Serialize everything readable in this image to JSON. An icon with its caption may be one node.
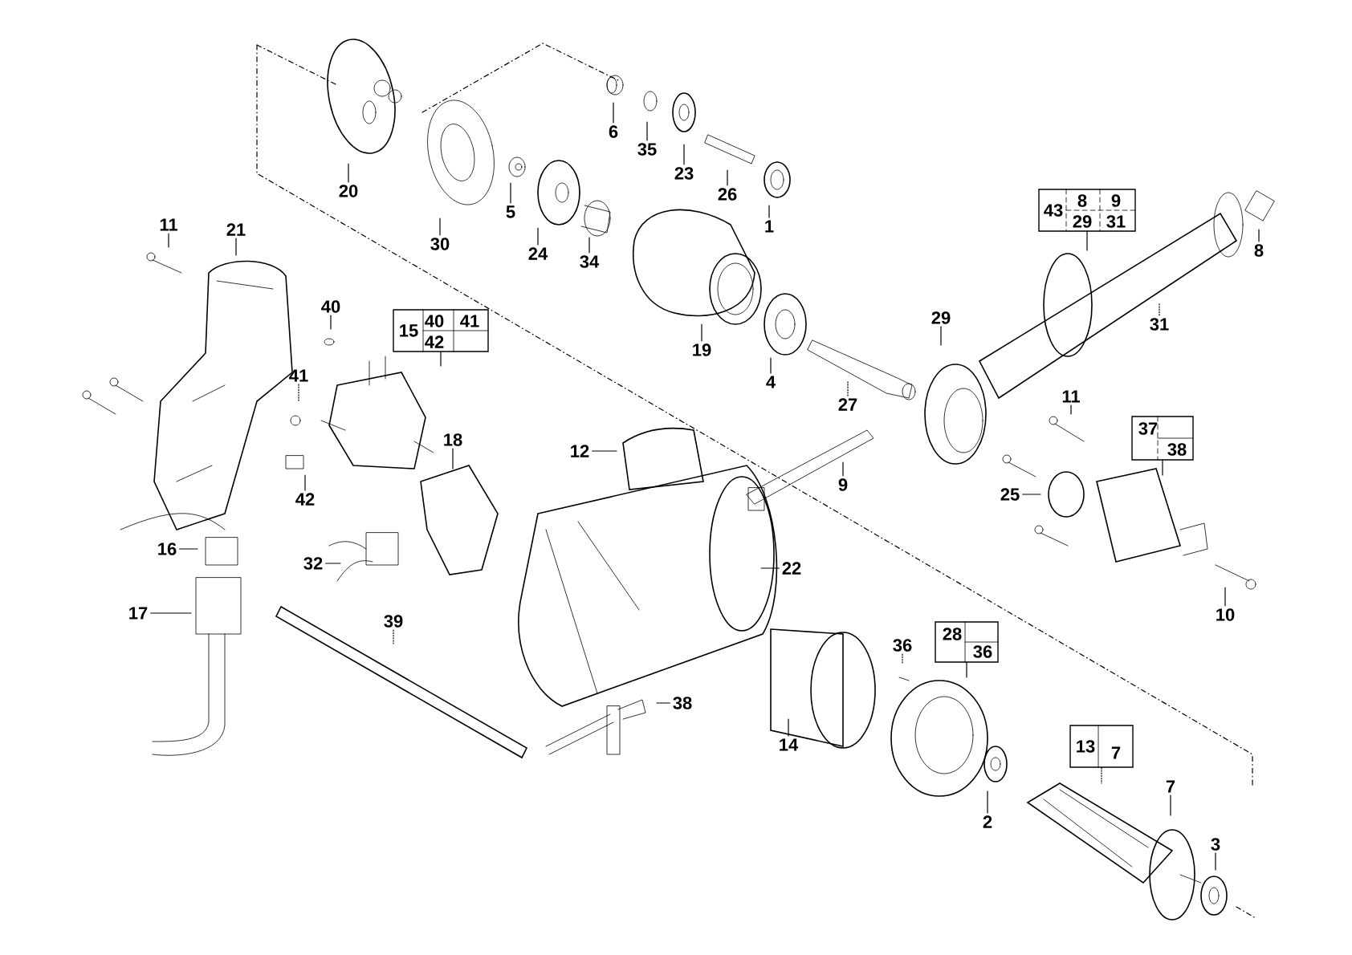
{
  "diagram": {
    "nodes": [
      {
        "text": [
          "6"
        ]
      },
      {
        "text": [
          "35"
        ]
      },
      {
        "text": [
          "23"
        ]
      },
      {
        "text": [
          "26"
        ]
      },
      {
        "text": [
          "1"
        ]
      },
      {
        "text": [
          "20"
        ]
      },
      {
        "text": [
          "30"
        ]
      },
      {
        "text": [
          "5"
        ]
      },
      {
        "text": [
          "24"
        ]
      },
      {
        "text": [
          "34"
        ]
      },
      {
        "text": [
          "19"
        ]
      },
      {
        "text": [
          "4"
        ]
      },
      {
        "text": [
          "27"
        ]
      },
      {
        "text": [
          "29"
        ]
      },
      {
        "text": [
          "43",
          "8",
          "9",
          "29",
          "31"
        ]
      },
      {
        "text": [
          "8"
        ]
      },
      {
        "text": [
          "31"
        ]
      },
      {
        "text": [
          "11"
        ]
      },
      {
        "text": [
          "21"
        ]
      },
      {
        "text": [
          "40"
        ]
      },
      {
        "text": [
          "15",
          "40",
          "41",
          "42"
        ]
      },
      {
        "text": [
          "41"
        ]
      },
      {
        "text": [
          "42"
        ]
      },
      {
        "text": [
          "18"
        ]
      },
      {
        "text": [
          "12"
        ]
      },
      {
        "text": [
          "9"
        ]
      },
      {
        "text": [
          "11"
        ]
      },
      {
        "text": [
          "37",
          "38"
        ]
      },
      {
        "text": [
          "25"
        ]
      },
      {
        "text": [
          "10"
        ]
      },
      {
        "text": [
          "16"
        ]
      },
      {
        "text": [
          "17"
        ]
      },
      {
        "text": [
          "32"
        ]
      },
      {
        "text": [
          "39"
        ]
      },
      {
        "text": [
          "22"
        ]
      },
      {
        "text": [
          "38"
        ]
      },
      {
        "text": [
          "36"
        ]
      },
      {
        "text": [
          "28",
          "36"
        ]
      },
      {
        "text": [
          "14"
        ]
      },
      {
        "text": [
          "2"
        ]
      },
      {
        "text": [
          "13",
          "7"
        ]
      },
      {
        "text": [
          "7"
        ]
      },
      {
        "text": [
          "3"
        ]
      }
    ],
    "edges": [
      {
        "from": 0,
        "to": null,
        "arrow": "none"
      },
      {
        "from": 1,
        "to": null,
        "arrow": "none"
      },
      {
        "from": 2,
        "to": null,
        "arrow": "none"
      },
      {
        "from": 3,
        "to": null,
        "arrow": "none"
      },
      {
        "from": 4,
        "to": null,
        "arrow": "none"
      },
      {
        "from": 5,
        "to": null,
        "arrow": "none"
      },
      {
        "from": 6,
        "to": null,
        "arrow": "none"
      },
      {
        "from": 7,
        "to": null,
        "arrow": "none"
      },
      {
        "from": 8,
        "to": null,
        "arrow": "none"
      },
      {
        "from": 9,
        "to": null,
        "arrow": "none"
      },
      {
        "from": 10,
        "to": null,
        "arrow": "none"
      },
      {
        "from": 11,
        "to": null,
        "arrow": "none"
      },
      {
        "from": 12,
        "to": null,
        "arrow": "none",
        "style": "dashed"
      },
      {
        "from": 13,
        "to": null,
        "arrow": "none"
      },
      {
        "from": 14,
        "to": null,
        "arrow": "none"
      },
      {
        "from": 15,
        "to": null,
        "arrow": "none"
      },
      {
        "from": 16,
        "to": null,
        "arrow": "none",
        "style": "dashed"
      },
      {
        "from": 17,
        "to": null,
        "arrow": "none"
      },
      {
        "from": 18,
        "to": null,
        "arrow": "none"
      },
      {
        "from": 19,
        "to": null,
        "arrow": "none"
      },
      {
        "from": 20,
        "to": null,
        "arrow": "none"
      },
      {
        "from": 21,
        "to": null,
        "arrow": "none",
        "style": "dashed"
      },
      {
        "from": 22,
        "to": null,
        "arrow": "none"
      },
      {
        "from": 23,
        "to": null,
        "arrow": "none"
      },
      {
        "from": 24,
        "to": null,
        "arrow": "none"
      },
      {
        "from": 25,
        "to": null,
        "arrow": "none"
      },
      {
        "from": 26,
        "to": null,
        "arrow": "none"
      },
      {
        "from": 27,
        "to": null,
        "arrow": "none"
      },
      {
        "from": 28,
        "to": null,
        "arrow": "none"
      },
      {
        "from": 29,
        "to": null,
        "arrow": "none"
      },
      {
        "from": 30,
        "to": null,
        "arrow": "none"
      },
      {
        "from": 31,
        "to": null,
        "arrow": "none"
      },
      {
        "from": 32,
        "to": null,
        "arrow": "none"
      },
      {
        "from": 33,
        "to": null,
        "arrow": "none",
        "style": "dashed"
      },
      {
        "from": 34,
        "to": null,
        "arrow": "none"
      },
      {
        "from": 35,
        "to": null,
        "arrow": "none"
      },
      {
        "from": 36,
        "to": null,
        "arrow": "none",
        "style": "dashed"
      },
      {
        "from": 37,
        "to": null,
        "arrow": "none"
      },
      {
        "from": 38,
        "to": null,
        "arrow": "none"
      },
      {
        "from": 39,
        "to": null,
        "arrow": "none"
      },
      {
        "from": 40,
        "to": null,
        "arrow": "none",
        "style": "dashed"
      },
      {
        "from": 41,
        "to": null,
        "arrow": "none"
      },
      {
        "from": 42,
        "to": null,
        "arrow": "none"
      }
    ]
  }
}
